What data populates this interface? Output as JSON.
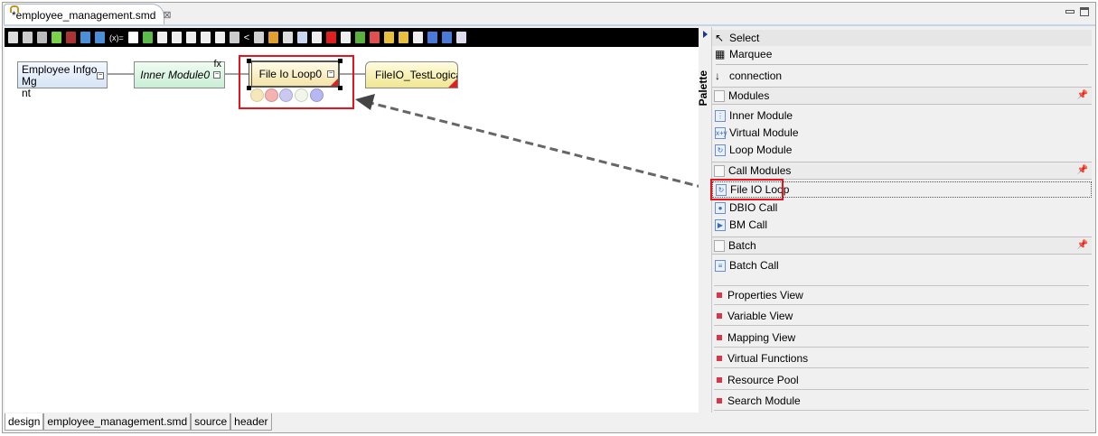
{
  "editor_tab": {
    "title": "*employee_management.smd",
    "close": "⊠"
  },
  "toolbar_icon_colors": [
    "#ddd",
    "#ccc",
    "#bbb",
    "#7bd14a",
    "#a33",
    "#4a8fd8",
    "#4a8fd8",
    "#fff",
    "#5dbb4a",
    "#eee",
    "#eee",
    "#eee",
    "#eee",
    "#eee",
    "#ccc",
    "#d0d0d0",
    "#e0a030",
    "#ddd",
    "#c9d8f0",
    "#eee",
    "#e02020",
    "#eee",
    "#5bb040",
    "#e05050",
    "#e8c040",
    "#e8c040",
    "#eee",
    "#4a7ad8",
    "#4a7ad8",
    "#dde"
  ],
  "toolbar_text": {
    "var": "(x)=",
    "lt": "<"
  },
  "diagram": {
    "nodes": [
      {
        "label": "Employee Infgo Mgnt",
        "line1": "Employee Infgo Mg",
        "line2": "nt"
      },
      {
        "label": "Inner Module0",
        "badge": "fx"
      },
      {
        "label": "File Io Loop0"
      },
      {
        "label": "FileIO_TestLogical"
      }
    ],
    "highlight_color": "#e8141c"
  },
  "palette": {
    "title": "Palette",
    "tools": [
      {
        "label": "Select",
        "icon": "arrow-cursor-icon"
      },
      {
        "label": "Marquee",
        "icon": "marquee-icon"
      },
      {
        "label": "connection",
        "icon": "connection-arrow-icon"
      }
    ],
    "groups": [
      {
        "label": "Modules",
        "items": [
          {
            "label": "Inner Module",
            "glyph": "⋮"
          },
          {
            "label": "Virtual Module",
            "glyph": "x+y"
          },
          {
            "label": "Loop Module",
            "glyph": "↻"
          }
        ]
      },
      {
        "label": "Call Modules",
        "items": [
          {
            "label": "File IO Loop",
            "glyph": "↻"
          },
          {
            "label": "DBIO Call",
            "glyph": "●"
          },
          {
            "label": "BM Call",
            "glyph": "▶"
          }
        ]
      },
      {
        "label": "Batch",
        "items": [
          {
            "label": "Batch Call",
            "glyph": "≡"
          }
        ]
      }
    ],
    "views": [
      "Properties View",
      "Variable View",
      "Mapping View",
      "Virtual Functions",
      "Resource Pool",
      "Search Module"
    ]
  },
  "bottom_tabs": [
    "design",
    "employee_management.smd",
    "source",
    "header"
  ]
}
